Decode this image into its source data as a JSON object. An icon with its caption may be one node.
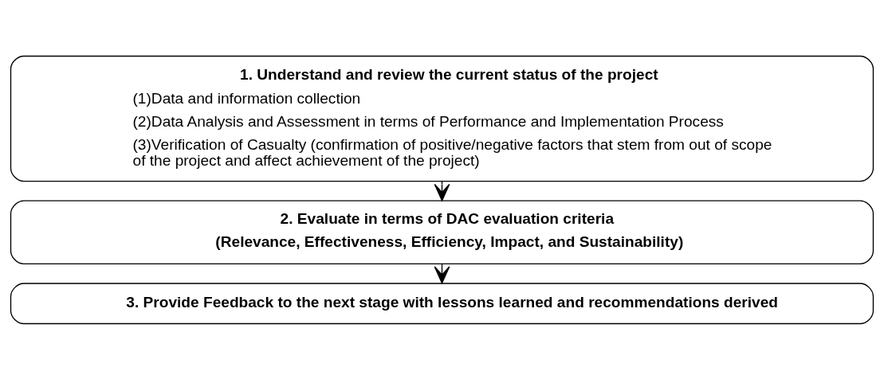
{
  "diagram": {
    "nodes": [
      {
        "text": [
          "1. Understand and review the current status of the project",
          "(1)Data and information collection",
          "(2)Data Analysis and Assessment in terms of Performance and Implementation Process",
          "(3)Verification of Casualty (confirmation of positive/negative factors that stem from out of scope of the project and affect achievement of the project)"
        ]
      },
      {
        "text": [
          "2. Evaluate in terms of DAC evaluation criteria",
          "(Relevance, Effectiveness, Efficiency, Impact, and Sustainability)"
        ]
      },
      {
        "text": [
          "3. Provide Feedback to the next stage with lessons learned and recommendations derived"
        ]
      }
    ],
    "edges": [
      {
        "from": 0,
        "to": 1,
        "arrow": "to"
      },
      {
        "from": 1,
        "to": 2,
        "arrow": "to"
      }
    ]
  }
}
